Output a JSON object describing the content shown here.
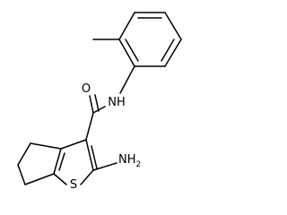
{
  "atoms": {
    "oxygen": "O",
    "amide_nh": "NH",
    "sulfur": "S",
    "amino_nh": "NH",
    "amino_sub": "2"
  }
}
